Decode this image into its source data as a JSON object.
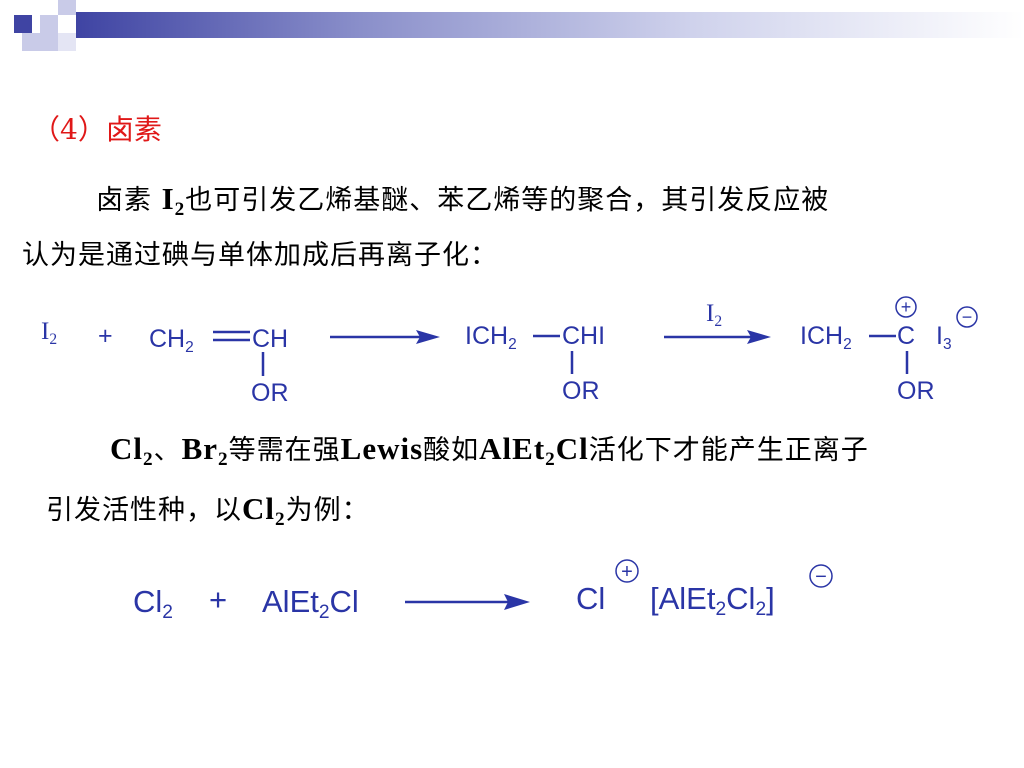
{
  "heading": "（4）卤素",
  "para1": {
    "line1_pre": "卤素 ",
    "reagent": "I",
    "reagent_sub": "2",
    "line1_post": "也可引发乙烯基醚、苯乙烯等的聚合，其引发反应被",
    "line2": "认为是通过碘与单体加成后再离子化："
  },
  "scheme1": {
    "i2_left": "I",
    "i2_left_sub": "2",
    "plus": "+",
    "monomer_c1": "CH",
    "monomer_c1_sub": "2",
    "monomer_c2": "CH",
    "monomer_or": "OR",
    "adduct_c1": "ICH",
    "adduct_c1_sub": "2",
    "adduct_c2": "CHI",
    "adduct_or": "OR",
    "arrow2_label": "I",
    "arrow2_label_sub": "2",
    "product_c1": "ICH",
    "product_c1_sub": "2",
    "product_c2": "C",
    "counterion": "I",
    "counterion_sub": "3",
    "product_or": "OR",
    "plus_charge": "+",
    "minus_charge": "−"
  },
  "para2": {
    "l1_a": "Cl",
    "l1_a_sub": "2",
    "l1_b": "、",
    "l1_c": "Br",
    "l1_c_sub": "2",
    "l1_d": "等需在强",
    "l1_e": "Lewis",
    "l1_f": "酸如",
    "l1_g": "AlEt",
    "l1_g_sub": "2",
    "l1_h": "Cl",
    "l1_i": "活化下才能产生正离子",
    "l2_a": "引发活性种，以",
    "l2_b": "Cl",
    "l2_b_sub": "2",
    "l2_c": "为例："
  },
  "scheme2": {
    "cl2": "Cl",
    "cl2_sub": "2",
    "plus": "+",
    "lewis_a": "AlEt",
    "lewis_a_sub": "2",
    "lewis_b": "Cl",
    "cation": "Cl",
    "anion_a": "[AlEt",
    "anion_a_sub": "2",
    "anion_b": "Cl",
    "anion_b_sub": "2",
    "anion_c": "]",
    "plus_charge": "+",
    "minus_charge": "−"
  },
  "colors": {
    "heading": "#e01818",
    "chem": "#2a35a6",
    "header_bar": "#3f44a3"
  }
}
